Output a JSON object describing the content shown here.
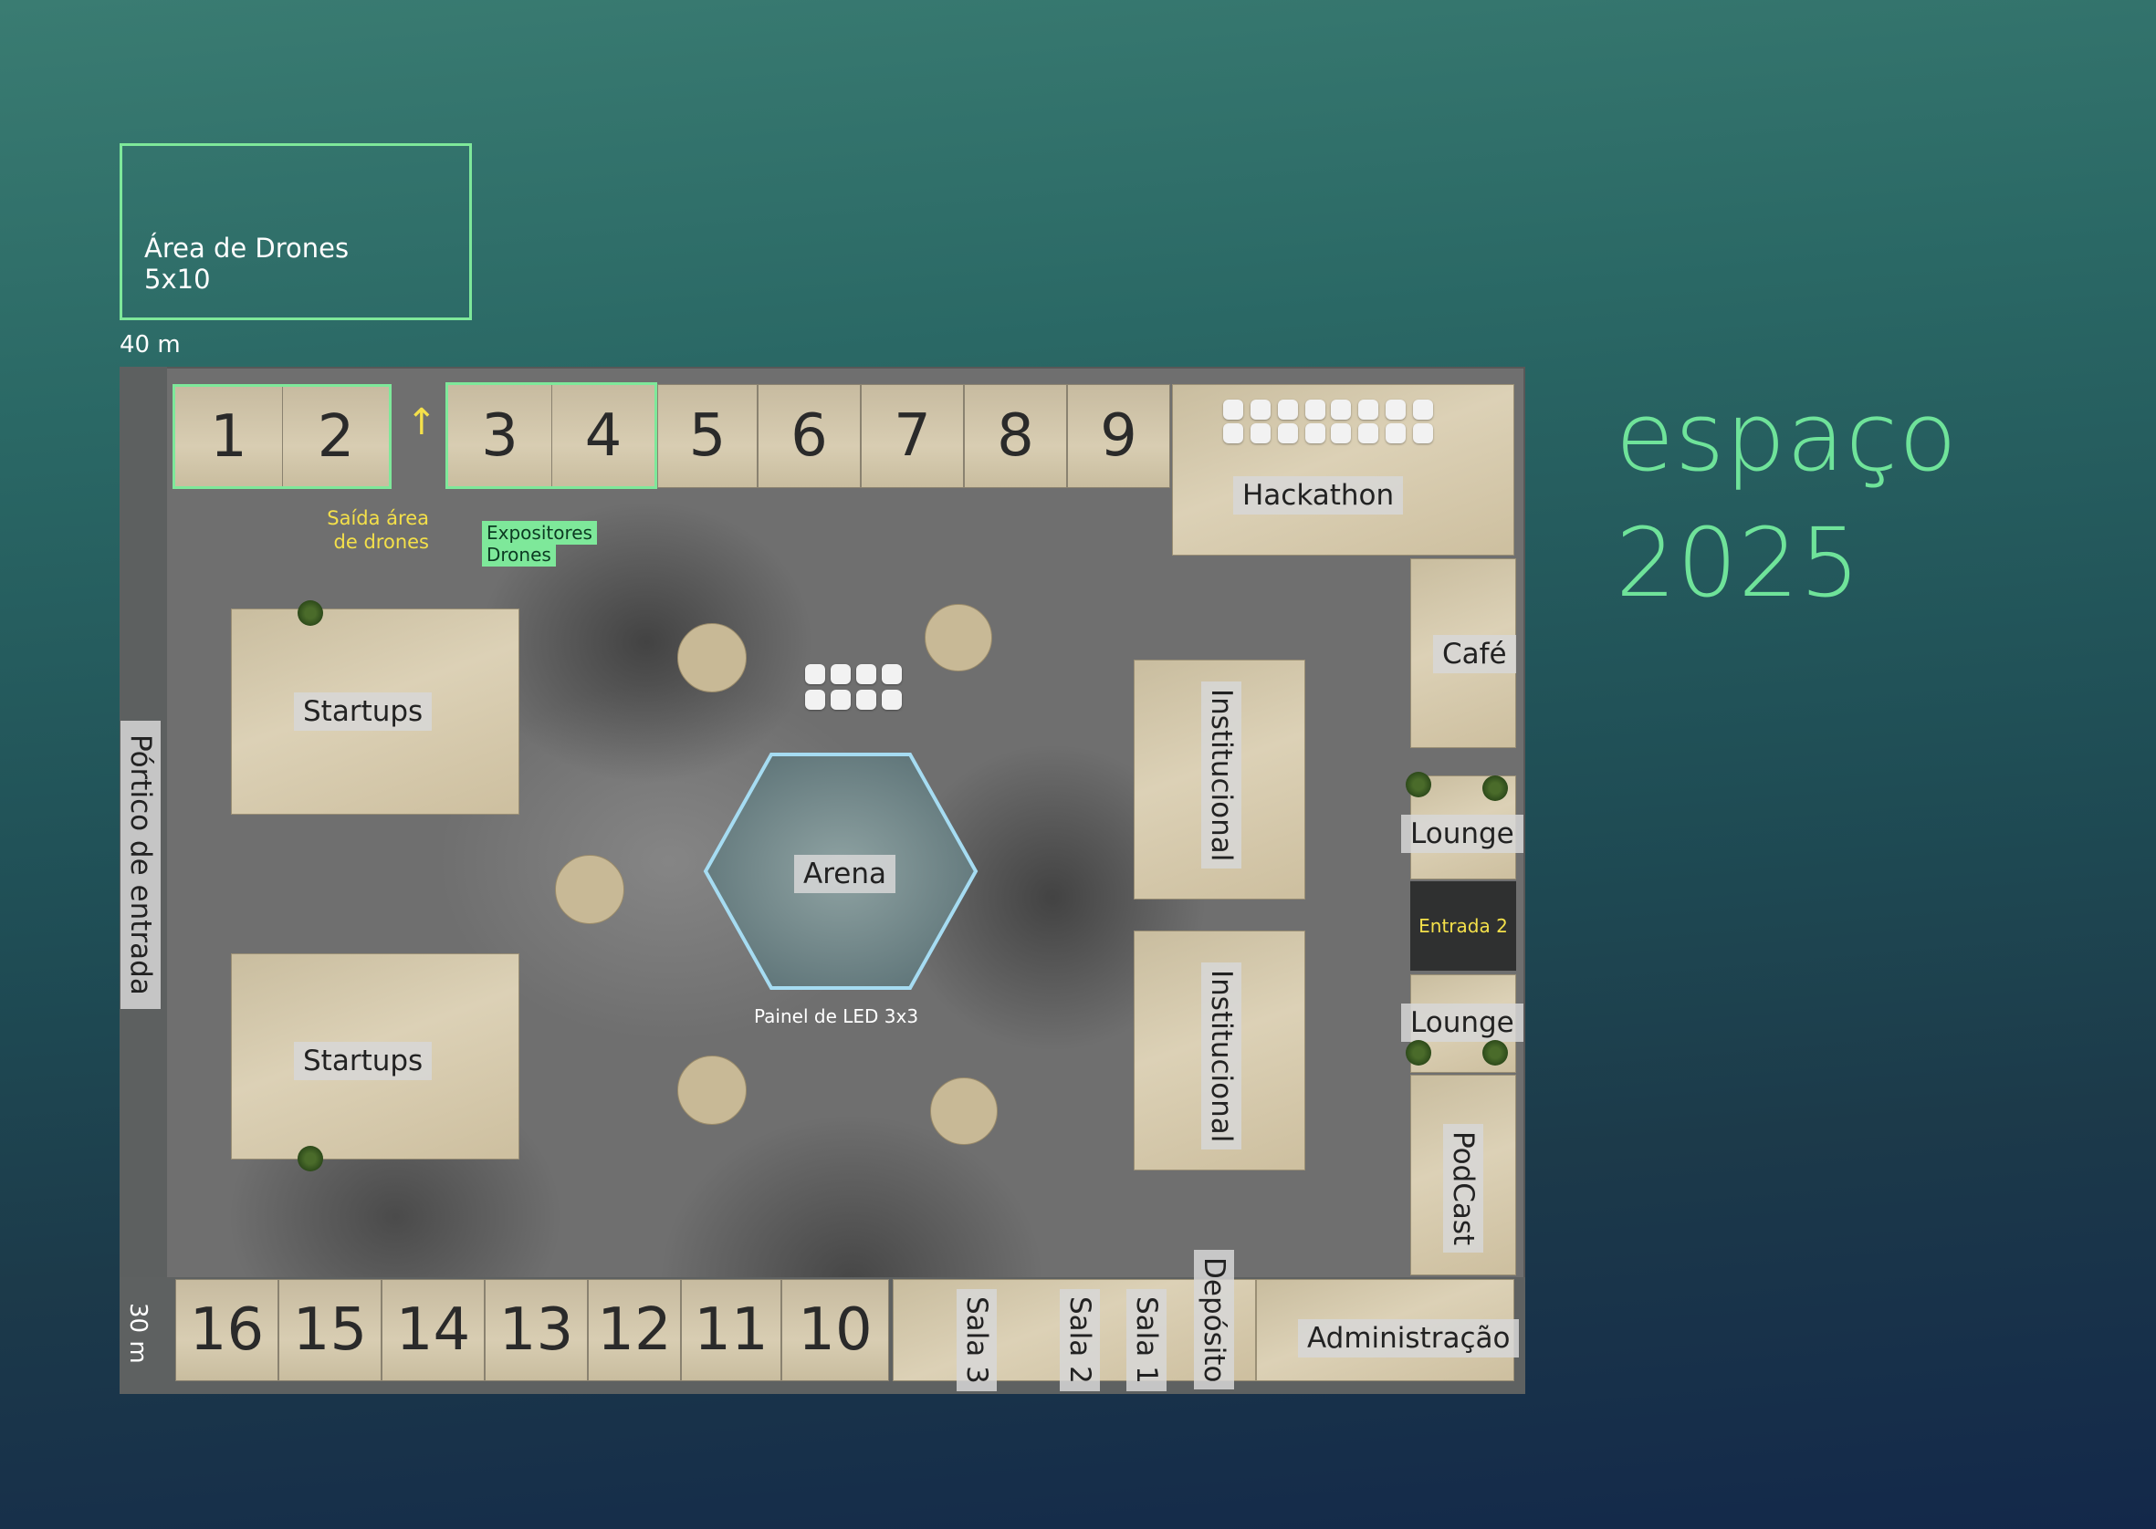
{
  "title": {
    "line1": "espaço",
    "line2": "2025"
  },
  "drone_area": {
    "line1": "Área de Drones",
    "line2": "5x10"
  },
  "dimensions": {
    "width": "40 m",
    "height": "30 m"
  },
  "top_booths": [
    "1",
    "2",
    "3",
    "4",
    "5",
    "6",
    "7",
    "8",
    "9"
  ],
  "bottom_booths": [
    "16",
    "15",
    "14",
    "13",
    "12",
    "11",
    "10"
  ],
  "drone_exit": {
    "arrow": "↑",
    "line1": "Saída área",
    "line2": "de drones"
  },
  "drone_exhibitors": {
    "line1": "Expositores",
    "line2": "Drones"
  },
  "zones": {
    "hackathon": "Hackathon",
    "cafe": "Café",
    "startups_top": "Startups",
    "startups_bottom": "Startups",
    "arena": "Arena",
    "led_panel": "Painel de LED 3x3",
    "institutional_top": "Institucional",
    "institutional_bottom": "Institucional",
    "lounge_top": "Lounge",
    "lounge_bottom": "Lounge",
    "entrance_2": "Entrada 2",
    "podcast": "PodCast",
    "entrance_portico": "Pórtico de entrada",
    "room_3": "Sala 3",
    "room_2": "Sala 2",
    "room_1": "Sala 1",
    "storage": "Depósito",
    "administration": "Administração"
  },
  "colors": {
    "accent_green": "#6fe39a",
    "highlight_green": "#7ee89a",
    "yellow": "#f4e04a",
    "led_blue": "#a6dcf2"
  }
}
